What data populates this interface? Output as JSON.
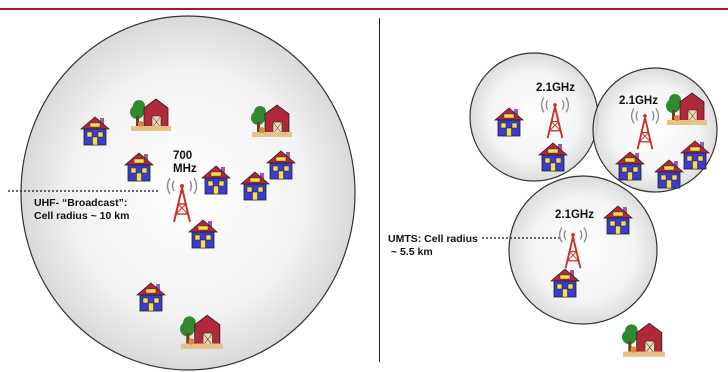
{
  "left_panel": {
    "frequency_line1": "700",
    "frequency_line2": "MHz",
    "caption_line1": "UHF- “Broadcast”:",
    "caption_line2": "Cell radius ~ 10 km"
  },
  "right_panel": {
    "cell_top_left_frequency": "2.1GHz",
    "cell_top_right_frequency": "2.1GHz",
    "cell_bottom_frequency": "2.1GHz",
    "caption_line1": "UMTS: Cell radius",
    "caption_line2": " ~ 5.5 km"
  },
  "colors": {
    "accent_bar": "#a31f1f",
    "tower": "#c8302a",
    "house_wall": "#3b3bd1",
    "house_roof": "#b0283a",
    "barn": "#b0283a",
    "tree": "#2f8a2f"
  }
}
